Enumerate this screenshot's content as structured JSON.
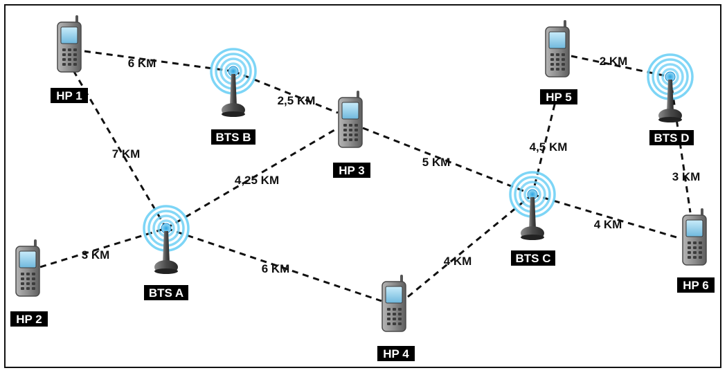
{
  "nodes": [
    {
      "id": "HP1",
      "kind": "phone",
      "label": "HP 1"
    },
    {
      "id": "HP2",
      "kind": "phone",
      "label": "HP 2"
    },
    {
      "id": "HP3",
      "kind": "phone",
      "label": "HP 3"
    },
    {
      "id": "HP4",
      "kind": "phone",
      "label": "HP 4"
    },
    {
      "id": "HP5",
      "kind": "phone",
      "label": "HP 5"
    },
    {
      "id": "HP6",
      "kind": "phone",
      "label": "HP 6"
    },
    {
      "id": "BTSA",
      "kind": "tower",
      "label": "BTS A"
    },
    {
      "id": "BTSB",
      "kind": "tower",
      "label": "BTS B"
    },
    {
      "id": "BTSC",
      "kind": "tower",
      "label": "BTS C"
    },
    {
      "id": "BTSD",
      "kind": "tower",
      "label": "BTS D"
    }
  ],
  "links": [
    {
      "from": "HP1",
      "to": "BTSB",
      "label": "6 KM"
    },
    {
      "from": "BTSB",
      "to": "HP3",
      "label": "2,5 KM"
    },
    {
      "from": "HP1",
      "to": "BTSA",
      "label": "7 KM"
    },
    {
      "from": "HP2",
      "to": "BTSA",
      "label": "3 KM"
    },
    {
      "from": "BTSA",
      "to": "HP3",
      "label": "4,25 KM"
    },
    {
      "from": "BTSA",
      "to": "HP4",
      "label": "6 KM"
    },
    {
      "from": "HP3",
      "to": "BTSC",
      "label": "5 KM"
    },
    {
      "from": "HP4",
      "to": "BTSC",
      "label": "4 KM"
    },
    {
      "from": "HP5",
      "to": "BTSC",
      "label": "4,5 KM"
    },
    {
      "from": "HP5",
      "to": "BTSD",
      "label": "2 KM"
    },
    {
      "from": "BTSD",
      "to": "HP6",
      "label": "3 KM"
    },
    {
      "from": "BTSC",
      "to": "HP6",
      "label": "4 KM"
    }
  ],
  "colors": {
    "phone_body": "#8d8d8d",
    "phone_screen": "#8ec9e8",
    "signal_ring": "#5fc3ef",
    "tower_base": "#555555",
    "label_bg": "#000000",
    "label_text": "#ffffff"
  },
  "icons": {
    "phone": "mobile-phone-icon",
    "tower": "cell-tower-icon"
  }
}
